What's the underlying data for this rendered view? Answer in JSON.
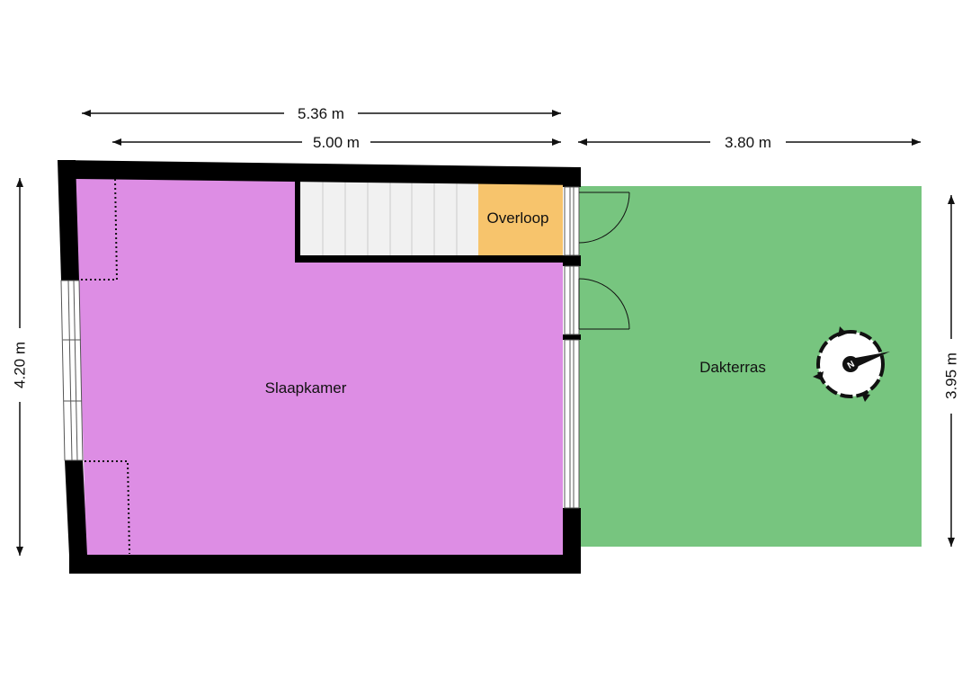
{
  "dimensions": {
    "top_outer": "5.36 m",
    "top_inner": "5.00 m",
    "top_terrace": "3.80 m",
    "left": "4.20 m",
    "right": "3.95 m"
  },
  "rooms": {
    "bedroom": {
      "label": "Slaapkamer",
      "color": "#dd8de4"
    },
    "landing": {
      "label": "Overloop",
      "color": "#f7c46c"
    },
    "terrace": {
      "label": "Dakterras",
      "color": "#77c57f"
    }
  },
  "compass": {
    "icon": "compass-icon",
    "letter": "N"
  },
  "colors": {
    "wall": "#000000",
    "stairs": "#eeeeee",
    "dimension_line": "#111111"
  }
}
